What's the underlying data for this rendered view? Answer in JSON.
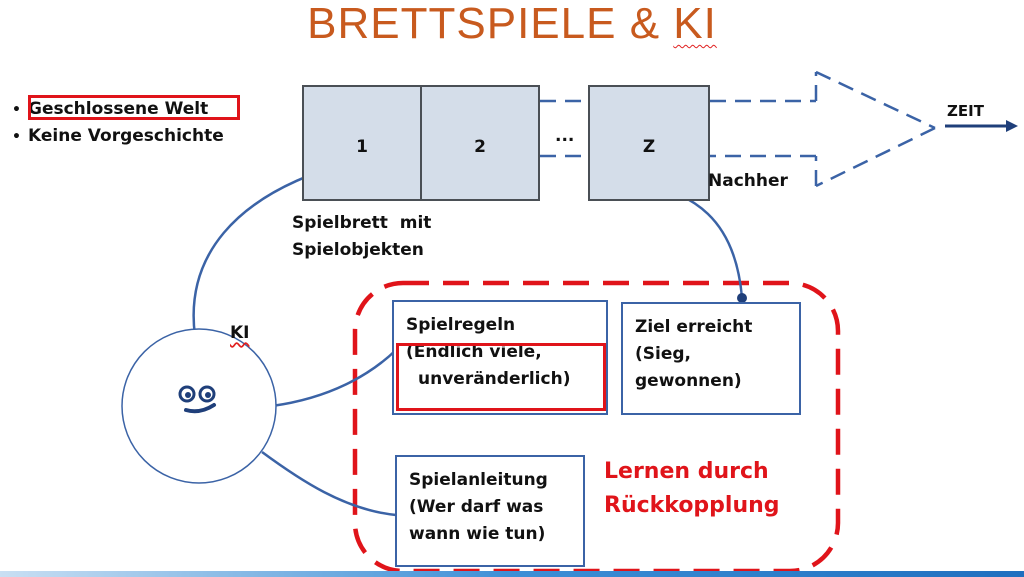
{
  "title": {
    "main": "BRETTSPIELE & ",
    "ki": "KI"
  },
  "bullets": [
    {
      "marker": "•",
      "text": "Geschlossene Welt"
    },
    {
      "marker": "•",
      "text": "Keine Vorgeschichte"
    }
  ],
  "board": {
    "cells": [
      "1",
      "2",
      "Z"
    ],
    "ellipsis": "...",
    "caption_line1": "Spielbrett  mit",
    "caption_line2": "Spielobjekten",
    "nachher": "Nachher",
    "zeit": "ZEIT"
  },
  "ki": {
    "label": "KI",
    "face": "◉◉"
  },
  "boxes": {
    "spielregeln": {
      "line1": "Spielregeln",
      "line2": "(Endlich viele,",
      "line3": "unveränderlich)"
    },
    "ziel": {
      "line1": "Ziel erreicht",
      "line2": "(Sieg,",
      "line3": "gewonnen)"
    },
    "spielanleitung": {
      "line1": "Spielanleitung",
      "line2": "(Wer darf was",
      "line3": "wann wie tun)"
    }
  },
  "feedback": {
    "line1": "Lernen durch",
    "line2": "Rückkopplung"
  },
  "colors": {
    "title": "#c85a1e",
    "red": "#e0141a",
    "blue": "#3b63a6",
    "cell_fill": "#d4dde9"
  }
}
